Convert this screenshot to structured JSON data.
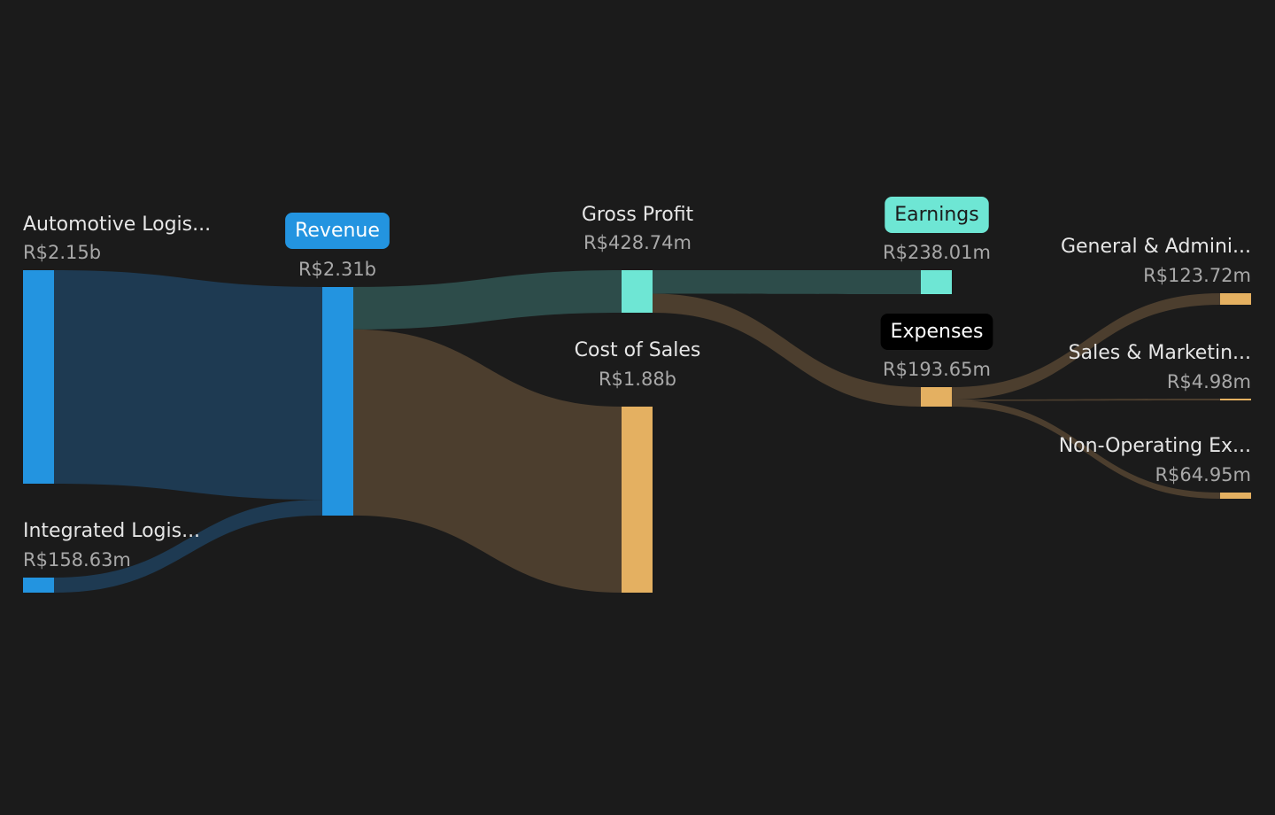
{
  "chart_data": {
    "type": "sankey",
    "currency": "R$",
    "nodes": [
      {
        "id": "auto",
        "name": "Automotive Logis...",
        "value_label": "R$2.15b",
        "value": 2150,
        "color": "#2394e0"
      },
      {
        "id": "integ",
        "name": "Integrated Logis...",
        "value_label": "R$158.63m",
        "value": 158.63,
        "color": "#2394e0"
      },
      {
        "id": "revenue",
        "name": "Revenue",
        "value_label": "R$2.31b",
        "value": 2310,
        "color": "#2394e0",
        "pill": true,
        "pill_bg": "#2394e0",
        "pill_fg": "#ffffff"
      },
      {
        "id": "gross",
        "name": "Gross Profit",
        "value_label": "R$428.74m",
        "value": 428.74,
        "color": "#6ee6d4"
      },
      {
        "id": "cos",
        "name": "Cost of Sales",
        "value_label": "R$1.88b",
        "value": 1880,
        "color": "#e4b061"
      },
      {
        "id": "earnings",
        "name": "Earnings",
        "value_label": "R$238.01m",
        "value": 238.01,
        "color": "#6ee6d4",
        "pill": true,
        "pill_bg": "#6ee6d4",
        "pill_fg": "#1b1b1b"
      },
      {
        "id": "expenses",
        "name": "Expenses",
        "value_label": "R$193.65m",
        "value": 193.65,
        "color": "#e4b061",
        "pill": true,
        "pill_bg": "#000000",
        "pill_fg": "#ffffff"
      },
      {
        "id": "ga",
        "name": "General & Admini...",
        "value_label": "R$123.72m",
        "value": 123.72,
        "color": "#e4b061"
      },
      {
        "id": "sm",
        "name": "Sales & Marketin...",
        "value_label": "R$4.98m",
        "value": 4.98,
        "color": "#e4b061"
      },
      {
        "id": "nonop",
        "name": "Non-Operating Ex...",
        "value_label": "R$64.95m",
        "value": 64.95,
        "color": "#e4b061"
      }
    ],
    "links": [
      {
        "source": "auto",
        "target": "revenue",
        "value": 2150,
        "color": "#1e3a52"
      },
      {
        "source": "integ",
        "target": "revenue",
        "value": 158.63,
        "color": "#1e3a52"
      },
      {
        "source": "revenue",
        "target": "gross",
        "value": 428.74,
        "color": "#2d4c4a"
      },
      {
        "source": "revenue",
        "target": "cos",
        "value": 1880,
        "color": "#4c3e2e"
      },
      {
        "source": "gross",
        "target": "earnings",
        "value": 238.01,
        "color": "#2d4c4a"
      },
      {
        "source": "gross",
        "target": "expenses",
        "value": 193.65,
        "color": "#4c3e2e"
      },
      {
        "source": "expenses",
        "target": "ga",
        "value": 123.72,
        "color": "#4c3e2e"
      },
      {
        "source": "expenses",
        "target": "sm",
        "value": 4.98,
        "color": "#4c3e2e"
      },
      {
        "source": "expenses",
        "target": "nonop",
        "value": 64.95,
        "color": "#4c3e2e"
      }
    ]
  }
}
